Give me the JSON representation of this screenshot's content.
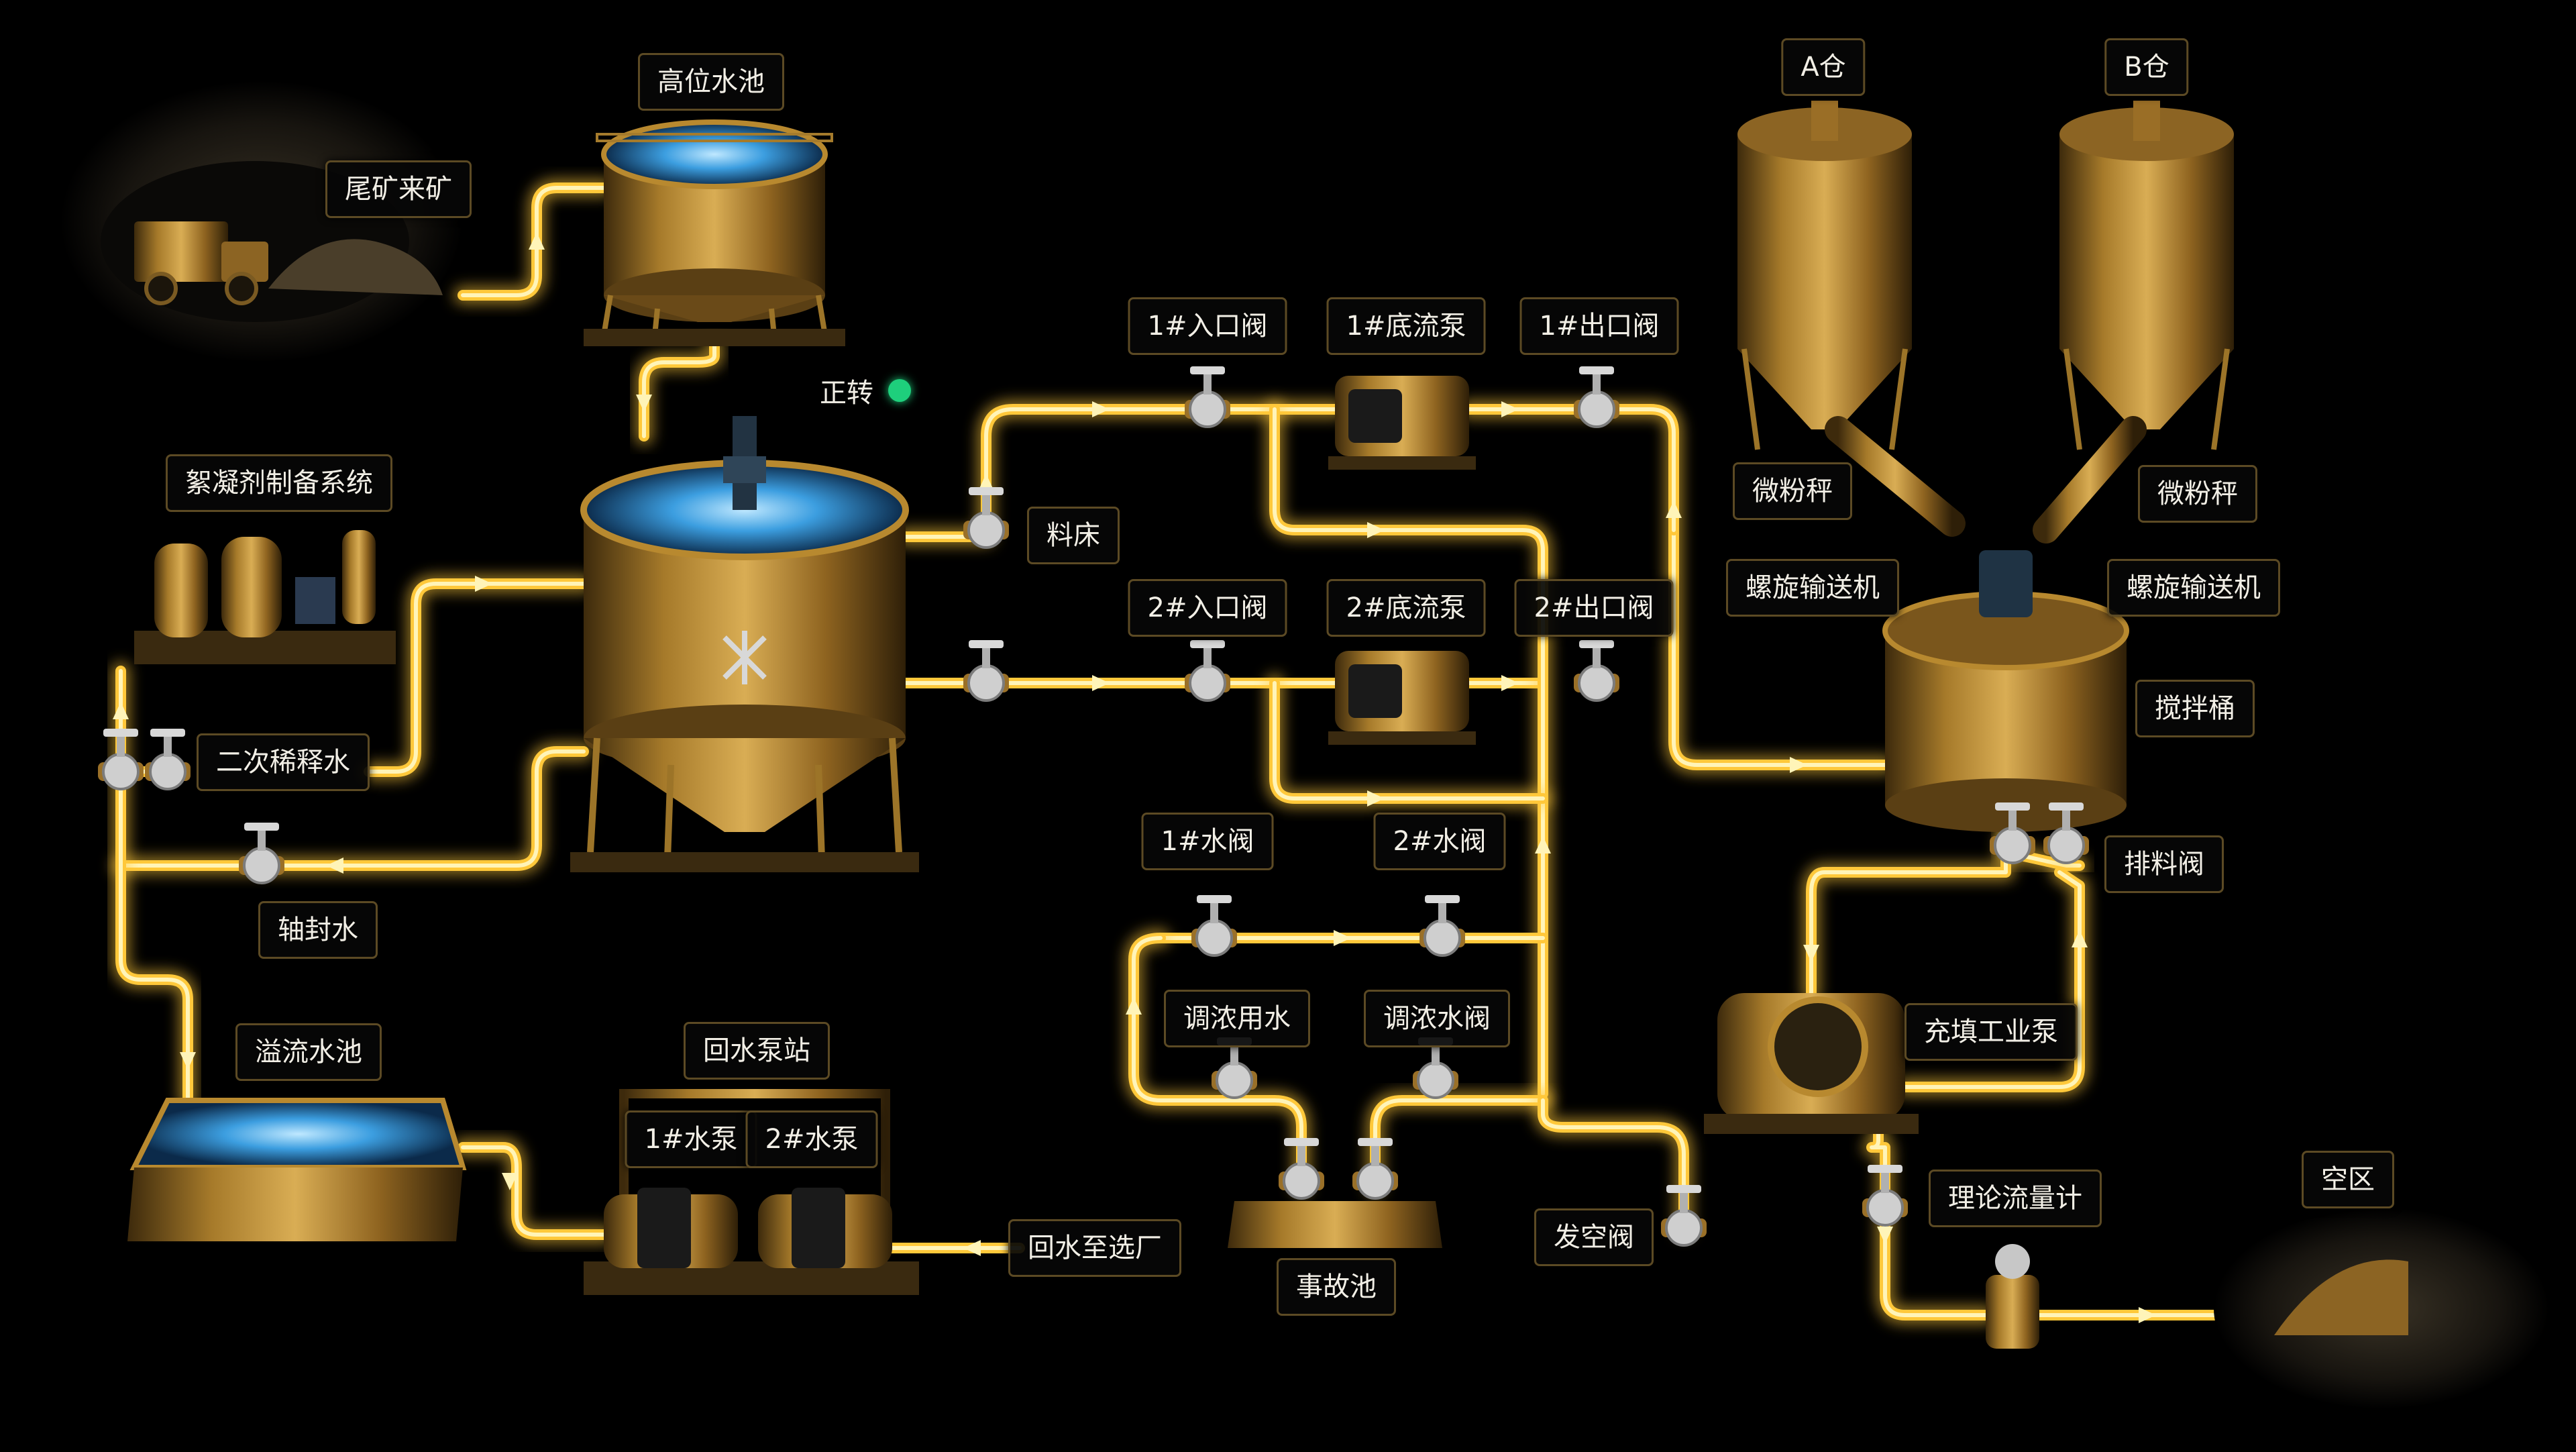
{
  "labels": {
    "high_pool": "高位水池",
    "tailings_in": "尾矿来矿",
    "floc_system": "絮凝剂制备系统",
    "second_dilution": "二次稀释水",
    "seal_water": "轴封水",
    "overflow_pool": "溢流水池",
    "return_station": "回水泵站",
    "pump1_water": "1#水泵",
    "pump2_water": "2#水泵",
    "return_to_plant": "回水至选厂",
    "bed": "料床",
    "inlet1": "1#入口阀",
    "underflow1": "1#底流泵",
    "outlet1": "1#出口阀",
    "inlet2": "2#入口阀",
    "underflow2": "2#底流泵",
    "outlet2": "2#出口阀",
    "water_valve1": "1#水阀",
    "water_valve2": "2#水阀",
    "conc_water": "调浓用水",
    "conc_valve": "调浓水阀",
    "accident_pool": "事故池",
    "vent_valve": "发空阀",
    "silo_a": "A仓",
    "silo_b": "B仓",
    "scale_left": "微粉秤",
    "scale_right": "微粉秤",
    "screw_left": "螺旋输送机",
    "screw_right": "螺旋输送机",
    "mixer": "搅拌桶",
    "discharge_valve": "排料阀",
    "fill_pump": "充填工业泵",
    "flow_meter": "理论流量计",
    "goaf": "空区"
  },
  "status": {
    "text": "正转",
    "color": "#1ecf7c"
  },
  "colors": {
    "pipe": "#ffc83a",
    "pipe_core": "#fff4b8",
    "brass": "#b8892f",
    "water": "#49b8ff"
  }
}
